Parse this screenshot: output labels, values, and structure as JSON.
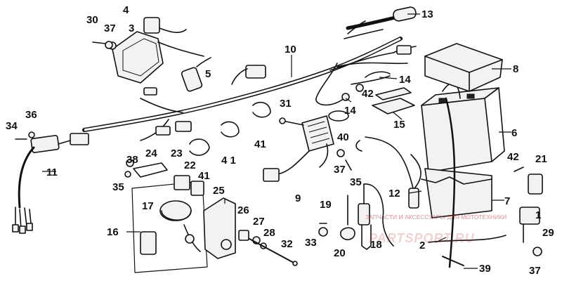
{
  "diagram": {
    "callouts": [
      {
        "id": "c1",
        "text": "1"
      },
      {
        "id": "c2",
        "text": "2"
      },
      {
        "id": "c3",
        "text": "3"
      },
      {
        "id": "c4",
        "text": "4"
      },
      {
        "id": "c5",
        "text": "5"
      },
      {
        "id": "c6",
        "text": "6"
      },
      {
        "id": "c7",
        "text": "7"
      },
      {
        "id": "c8",
        "text": "8"
      },
      {
        "id": "c9",
        "text": "9"
      },
      {
        "id": "c10",
        "text": "10"
      },
      {
        "id": "c11",
        "text": "11"
      },
      {
        "id": "c12",
        "text": "12"
      },
      {
        "id": "c13",
        "text": "13"
      },
      {
        "id": "c14a",
        "text": "14"
      },
      {
        "id": "c14b",
        "text": "14"
      },
      {
        "id": "c15",
        "text": "15"
      },
      {
        "id": "c16",
        "text": "16"
      },
      {
        "id": "c17",
        "text": "17"
      },
      {
        "id": "c18",
        "text": "18"
      },
      {
        "id": "c19",
        "text": "19"
      },
      {
        "id": "c20",
        "text": "20"
      },
      {
        "id": "c21",
        "text": "21"
      },
      {
        "id": "c22",
        "text": "22"
      },
      {
        "id": "c23",
        "text": "23"
      },
      {
        "id": "c24",
        "text": "24"
      },
      {
        "id": "c25",
        "text": "25"
      },
      {
        "id": "c26",
        "text": "26"
      },
      {
        "id": "c27",
        "text": "27"
      },
      {
        "id": "c28",
        "text": "28"
      },
      {
        "id": "c29",
        "text": "29"
      },
      {
        "id": "c30",
        "text": "30"
      },
      {
        "id": "c31",
        "text": "31"
      },
      {
        "id": "c32",
        "text": "32"
      },
      {
        "id": "c33",
        "text": "33"
      },
      {
        "id": "c34",
        "text": "34"
      },
      {
        "id": "c35a",
        "text": "35"
      },
      {
        "id": "c35b",
        "text": "35"
      },
      {
        "id": "c36",
        "text": "36"
      },
      {
        "id": "c37a",
        "text": "37"
      },
      {
        "id": "c37b",
        "text": "37"
      },
      {
        "id": "c37c",
        "text": "37"
      },
      {
        "id": "c38",
        "text": "38"
      },
      {
        "id": "c39",
        "text": "39"
      },
      {
        "id": "c40",
        "text": "40"
      },
      {
        "id": "c41a",
        "text": "41"
      },
      {
        "id": "c41b",
        "text": "4 1"
      },
      {
        "id": "c41c",
        "text": "41"
      },
      {
        "id": "c42a",
        "text": "42"
      },
      {
        "id": "c42b",
        "text": "42"
      }
    ]
  },
  "watermark": {
    "line1": "ЗАПЧАСТИ И АКСЕССУАРЫ ДЛЯ МОТОТЕХНИКИ",
    "line2": "PARTSPORT.RU"
  }
}
